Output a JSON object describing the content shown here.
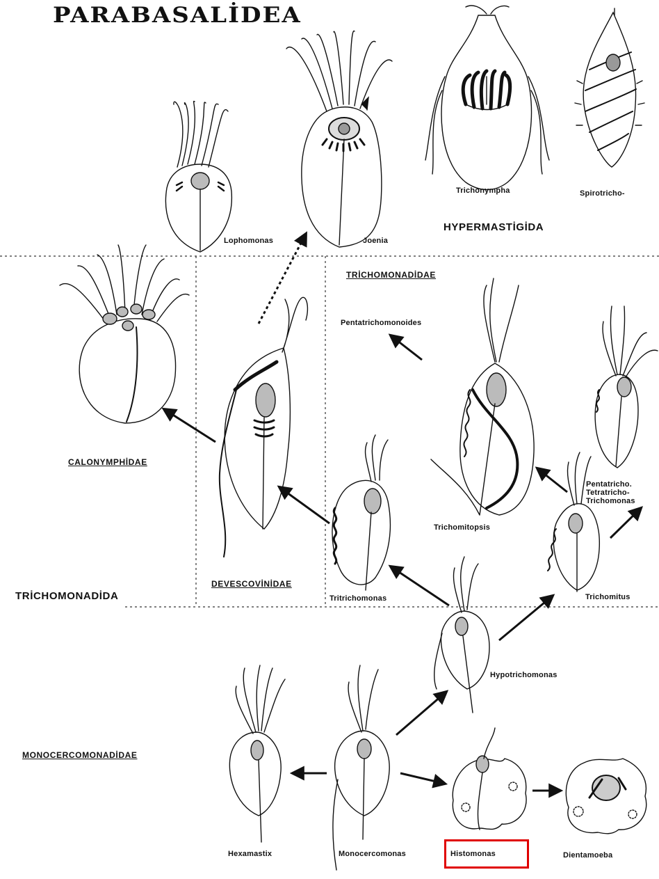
{
  "title": "PARABASALİDEA",
  "groups": {
    "hypermastigida": "HYPERMASTİGİDA",
    "trichomonadida": "TRİCHOMONADİDA",
    "trichomonadidae": "TRİCHOMONADİDAE",
    "calonymphidae": "CALONYMPHİDAE",
    "devescovinidae": "DEVESCOVİNİDAE",
    "monocercomonadidae": "MONOCERCOMONADİDAE"
  },
  "organisms": {
    "lophomonas": "Lophomonas",
    "joenia": "Joenia",
    "trichonympha": "Trichonympha",
    "spirotricho": "Spirotricho-",
    "pentatrichomonoides": "Pentatrichomonoides",
    "pentatricho_line1": "Pentatricho.",
    "pentatricho_line2": "Tetratricho-",
    "pentatricho_line3": "Trichomonas",
    "trichomitopsis": "Trichomitopsis",
    "tritrichomonas": "Tritrichomonas",
    "trichomitus": "Trichomitus",
    "hypotrichomonas": "Hypotrichomonas",
    "hexamastix": "Hexamastix",
    "monocercomonas": "Monocercomonas",
    "histomonas": "Histomonas",
    "dientamoeba": "Dientamoeba"
  },
  "colors": {
    "ink": "#111111",
    "highlight": "#e00000"
  }
}
